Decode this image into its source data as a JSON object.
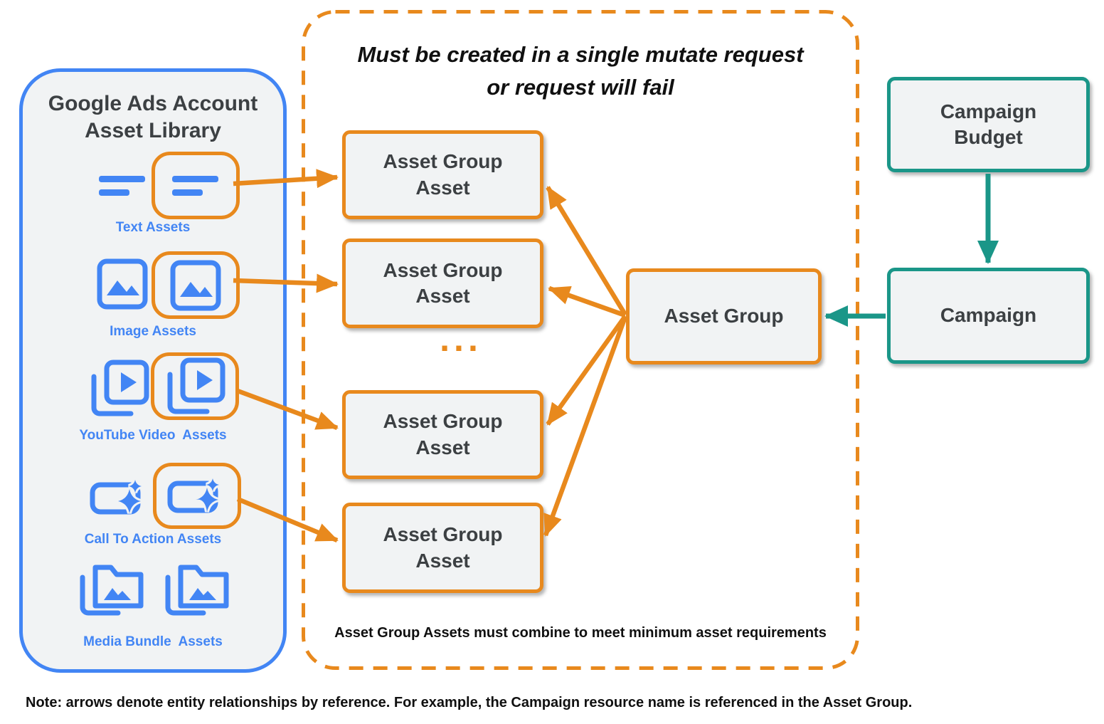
{
  "colors": {
    "orange": "#E8891D",
    "teal": "#1A9688",
    "blue": "#4285F4",
    "box_fill": "#F1F3F4",
    "dark_text": "#3C4043"
  },
  "library": {
    "title": "Google Ads Account Asset Library",
    "groups": [
      {
        "label": "Text Assets"
      },
      {
        "label": "Image Assets"
      },
      {
        "label": "YouTube Video  Assets"
      },
      {
        "label": "Call To Action Assets"
      },
      {
        "label": "Media Bundle  Assets"
      }
    ]
  },
  "mutate_request_group": {
    "title_line1": "Must be created in a single mutate request",
    "title_line2": "or request will fail",
    "boxes": [
      {
        "label": "Asset Group Asset"
      },
      {
        "label": "Asset Group Asset"
      },
      {
        "label": "Asset Group Asset"
      },
      {
        "label": "Asset Group Asset"
      }
    ],
    "ellipsis": "...",
    "footnote": "Asset Group Assets must combine to meet minimum asset requirements"
  },
  "asset_group": {
    "label": "Asset Group"
  },
  "campaign_budget": {
    "label": "Campaign Budget"
  },
  "campaign": {
    "label": "Campaign"
  },
  "note": "Note: arrows denote entity relationships by reference. For example, the Campaign resource name is referenced in the Asset Group."
}
